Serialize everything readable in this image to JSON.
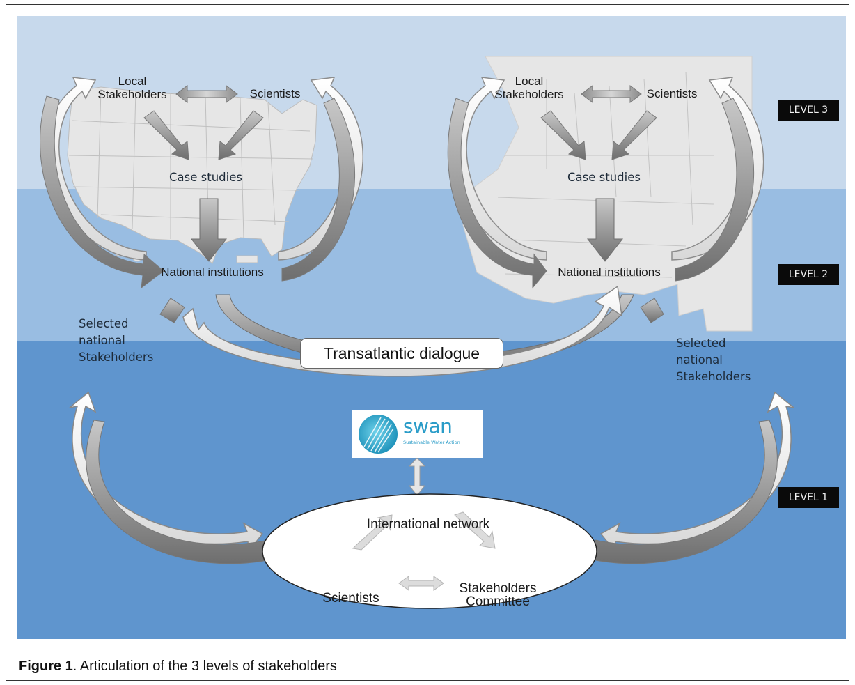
{
  "caption": {
    "bold": "Figure 1",
    "text": ". Articulation of the 3 levels of stakeholders"
  },
  "levels": [
    "LEVEL 3",
    "LEVEL 2",
    "LEVEL 1"
  ],
  "us": {
    "local_1": "Local",
    "local_2": "Stakeholders",
    "scientists": "Scientists",
    "case_studies": "Case studies",
    "national": "National institutions",
    "selected_1": "Selected",
    "selected_2": "national",
    "selected_3": "Stakeholders"
  },
  "eu": {
    "local_1": "Local",
    "local_2": "Stakeholders",
    "scientists": "Scientists",
    "case_studies": "Case studies",
    "national": "National institutions",
    "selected_1": "Selected",
    "selected_2": "national",
    "selected_3": "Stakeholders"
  },
  "dialogue": "Transatlantic dialogue",
  "swan": {
    "name": "swan",
    "tagline": "Sustainable Water Action"
  },
  "network": {
    "title": "International network",
    "scientists": "Scientists",
    "committee_1": "Stakeholders",
    "committee_2": "Committee"
  },
  "colors": {
    "band3": "#c7d9ec",
    "band2": "#99bde2",
    "band1": "#5f95ce",
    "map": "#e8e8e8"
  }
}
